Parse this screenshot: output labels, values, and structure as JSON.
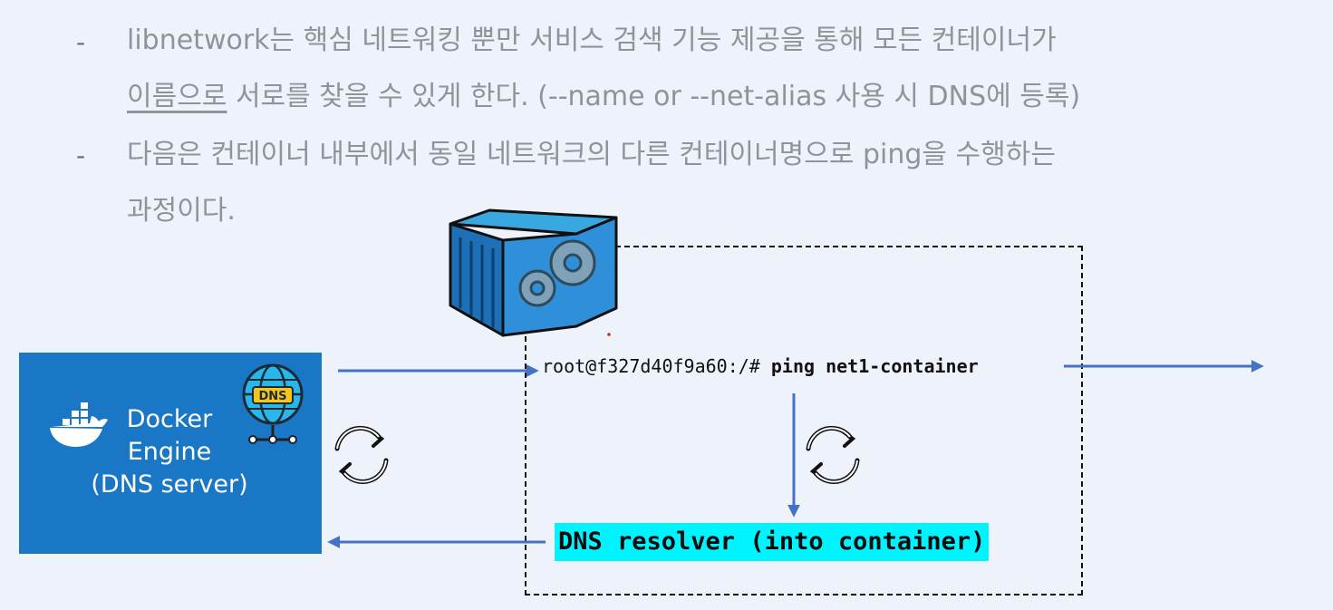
{
  "slide": {
    "bullet1": {
      "marker": "-",
      "line1": "libnetwork는 핵심 네트워킹 뿐만 서비스 검색 기능 제공을 통해 모든 컨테이너가",
      "line2_underlined": "이름으로",
      "line2_rest": " 서로를 찾을 수 있게 한다. (--name or --net-alias 사용 시 DNS에 등록)"
    },
    "bullet2": {
      "marker": "-",
      "line1": "다음은 컨테이너 내부에서 동일 네트워크의 다른 컨테이너명으로 ping을 수행하는",
      "line2": "과정이다."
    }
  },
  "diagram": {
    "docker_box": {
      "line1": "Docker",
      "line2": "Engine",
      "line3": "(DNS server)",
      "dns_badge": "DNS",
      "color": "#1a77c6"
    },
    "command": {
      "prompt": "root@f327d40f9a60:/# ",
      "cmd": "ping net1-container"
    },
    "resolver": {
      "label": "DNS resolver (into container)",
      "highlight_color": "#00f4ff"
    },
    "arrow_color": "#4472c4",
    "icons": [
      "docker-whale-icon",
      "dns-globe-icon",
      "container-gears-icon",
      "refresh-cycle-icon"
    ]
  }
}
